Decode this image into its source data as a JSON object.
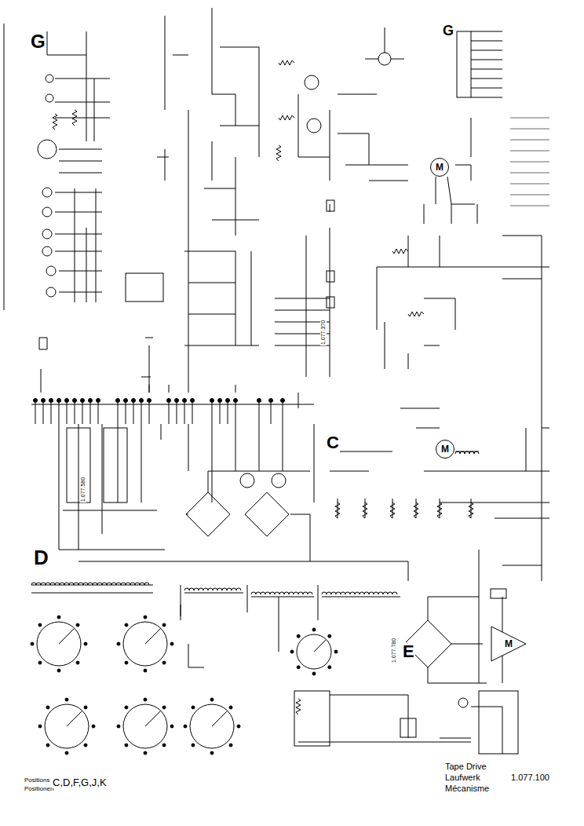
{
  "diagram": {
    "nodes": [
      {
        "text": [
          "M"
        ]
      },
      {
        "text": [
          "M"
        ]
      },
      {
        "text": [
          "M"
        ]
      }
    ],
    "labels": [
      "G",
      "G",
      "D",
      "C",
      "E",
      "Tape Drive",
      "Laufwerk",
      "Mécanisme",
      "1.077.100",
      "Positions",
      "Positionen",
      "C,D,F,G,J,K",
      "1.077.580",
      "1.077.780",
      "1.077.370"
    ]
  }
}
